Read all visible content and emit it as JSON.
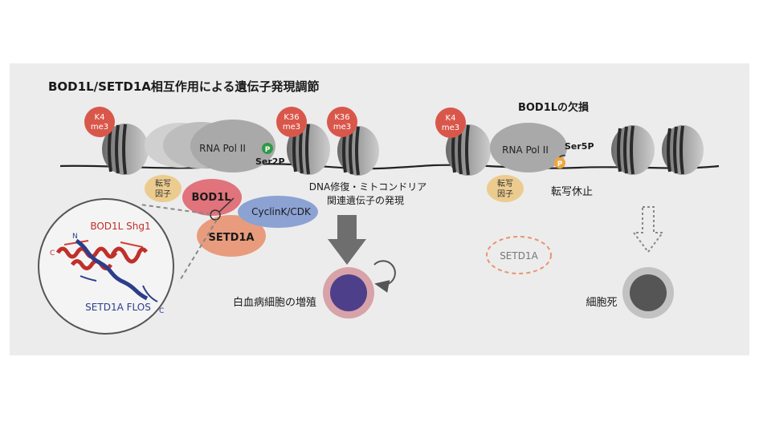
{
  "title": "BOD1L/SETD1A相互作用による遺伝子発現調節",
  "left": {
    "marks": [
      {
        "line1": "K4",
        "line2": "me3"
      },
      {
        "line1": "K36",
        "line2": "me3"
      },
      {
        "line1": "K36",
        "line2": "me3"
      }
    ],
    "rna_pol": "RNA Pol II",
    "phospho": "P",
    "ser2p": "Ser2P",
    "tf_line1": "転写",
    "tf_line2": "因子",
    "bod1l": "BOD1L",
    "cyclin": "CyclinK/CDK",
    "setd1a": "SETD1A",
    "repair_line1": "DNA修復・ミトコンドリア",
    "repair_line2": "関連遺伝子の発現",
    "zoom_bod1l": "BOD1L Shg1",
    "zoom_setd1a": "SETD1A FLOS",
    "zoom_n": "N",
    "zoom_c1": "C",
    "zoom_c2": "C",
    "leukemia": "白血病細胞の増殖"
  },
  "right": {
    "header": "BOD1Lの欠損",
    "mark": {
      "line1": "K4",
      "line2": "me3"
    },
    "rna_pol": "RNA Pol II",
    "phospho": "P",
    "ser5p": "Ser5P",
    "tf_line1": "転写",
    "tf_line2": "因子",
    "pause": "転写休止",
    "setd1a": "SETD1A",
    "death": "細胞死"
  },
  "colors": {
    "background": "#ececec",
    "histone_mark": "#d9574a",
    "bod1l": "#e0737b",
    "setd1a": "#e89c7d",
    "cyclin": "#8ca2d3",
    "tf": "#eccc8e",
    "ser2p": "#2f9a47",
    "ser5p": "#f0a63c",
    "leukemia_core": "#4e3f8a"
  }
}
